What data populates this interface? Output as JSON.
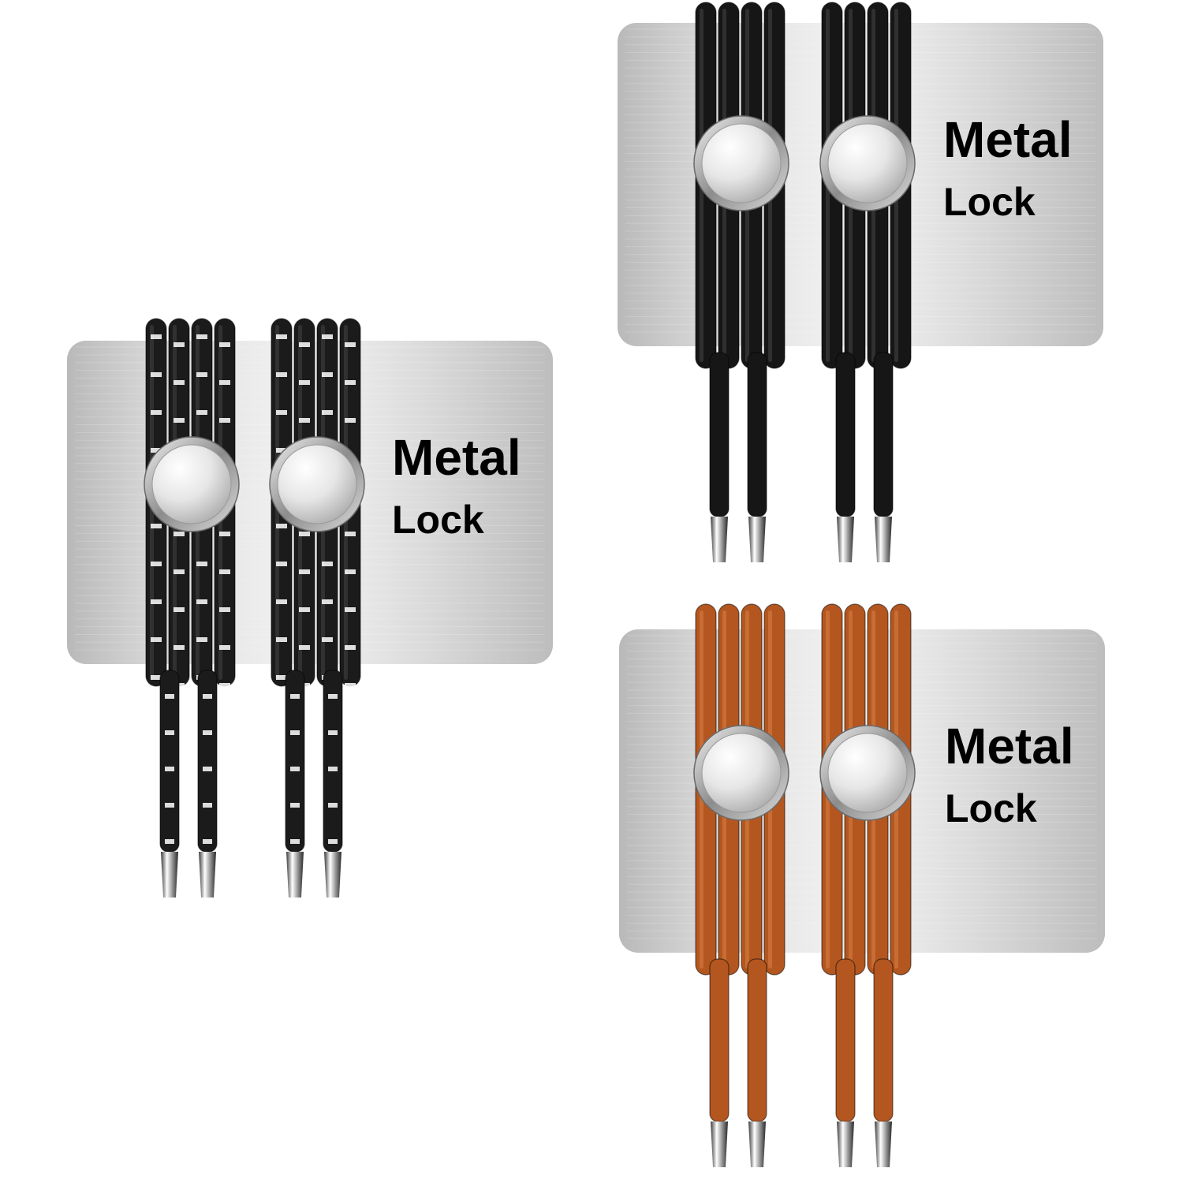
{
  "colors": {
    "background": "#ffffff",
    "plate_light": "#e9e9e9",
    "plate_dark": "#b8b8b8",
    "text": "#000000"
  },
  "products": [
    {
      "name": "black-white-pattern-laces",
      "lace_color": "#1b1b1b",
      "lace_highlight": "#3a3a3a",
      "pattern": "white-dashes",
      "line1": "Metal",
      "line2": "Lock"
    },
    {
      "name": "solid-black-laces",
      "lace_color": "#161616",
      "lace_highlight": "#3c3c3c",
      "pattern": "none",
      "line1": "Metal",
      "line2": "Lock"
    },
    {
      "name": "brown-orange-laces",
      "lace_color": "#b3561f",
      "lace_highlight": "#d2783c",
      "pattern": "none",
      "line1": "Metal",
      "line2": "Lock"
    }
  ]
}
